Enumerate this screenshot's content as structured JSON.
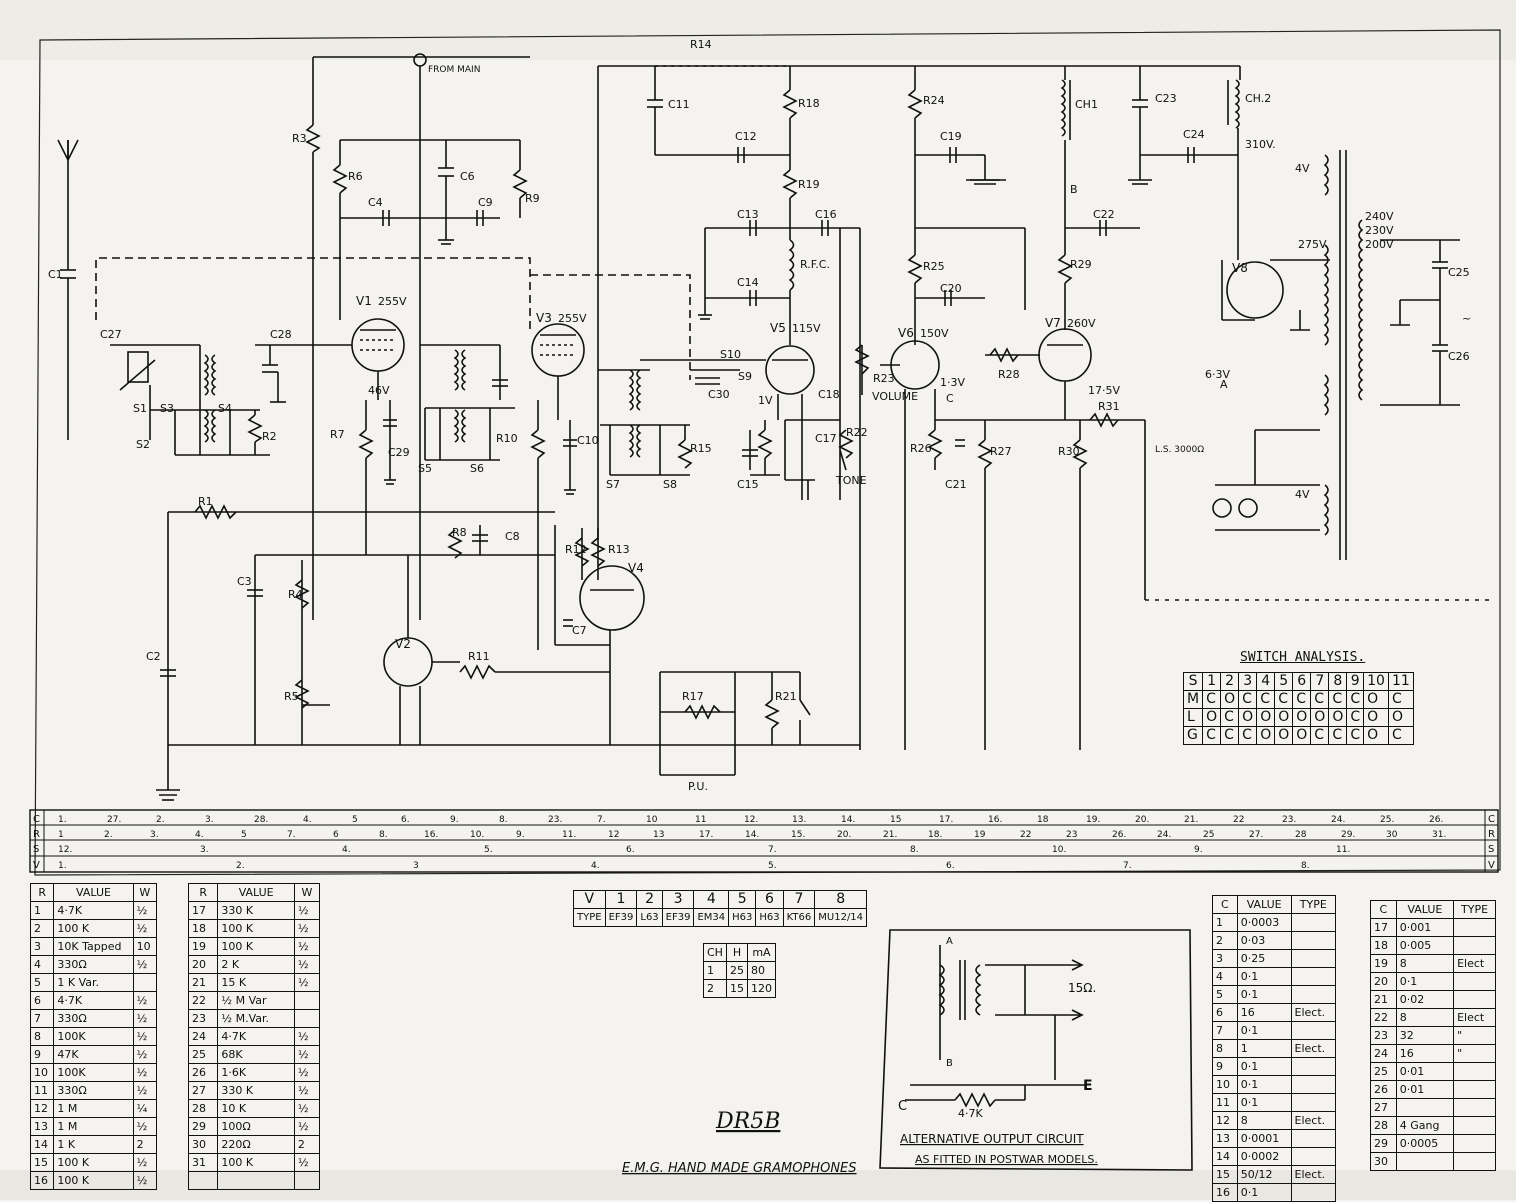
{
  "diagram": {
    "title": "DR5B",
    "subtitle": "E.M.G. HAND MADE GRAMOPHONES",
    "valves": [
      {
        "id": "V1",
        "voltage": "255V"
      },
      {
        "id": "V2",
        "voltage": ""
      },
      {
        "id": "V3",
        "voltage": "255V"
      },
      {
        "id": "V4",
        "voltage": ""
      },
      {
        "id": "V5",
        "voltage": "115V"
      },
      {
        "id": "V6",
        "voltage": "150V"
      },
      {
        "id": "V7",
        "voltage": "260V"
      },
      {
        "id": "V8",
        "voltage": ""
      }
    ],
    "component_labels": [
      "R1",
      "R2",
      "R3",
      "R4",
      "R5",
      "R6",
      "R7",
      "R8",
      "R9",
      "R10",
      "R11",
      "R12",
      "R13",
      "R14",
      "R15",
      "R17",
      "R18",
      "R19",
      "R21",
      "R22",
      "R23",
      "R24",
      "R25",
      "R26",
      "R27",
      "R28",
      "R29",
      "R30",
      "R31",
      "C1",
      "C2",
      "C3",
      "C4",
      "C6",
      "C7",
      "C8",
      "C9",
      "C10",
      "C11",
      "C12",
      "C13",
      "C14",
      "C15",
      "C16",
      "C17",
      "C18",
      "C19",
      "C20",
      "C21",
      "C22",
      "C23",
      "C24",
      "C25",
      "C26",
      "C27",
      "C28",
      "C29",
      "C30",
      "CH1",
      "CH.2",
      "R.F.C.",
      "S1",
      "S2",
      "S3",
      "S4",
      "S5",
      "S6",
      "S7",
      "S8",
      "S9",
      "S10",
      "P.U.",
      "L.S. 3000Ω",
      "VOLUME",
      "TONE",
      "B",
      "C",
      "A",
      "FROM MAIN",
      "4V",
      "310V.",
      "6·3V",
      "240V",
      "230V",
      "200V",
      "275V",
      "4V",
      "46V",
      "1V",
      "1·3V",
      "17·5V",
      "~"
    ],
    "switch_analysis": {
      "title": "SWITCH ANALYSIS.",
      "header": [
        "S",
        "1",
        "2",
        "3",
        "4",
        "5",
        "6",
        "7",
        "8",
        "9",
        "10",
        "11"
      ],
      "rows": [
        [
          "M",
          "C",
          "O",
          "C",
          "C",
          "C",
          "C",
          "C",
          "C",
          "C",
          "O",
          "C"
        ],
        [
          "L",
          "O",
          "C",
          "O",
          "O",
          "O",
          "O",
          "O",
          "O",
          "C",
          "O",
          "O"
        ],
        [
          "G",
          "C",
          "C",
          "C",
          "O",
          "O",
          "O",
          "C",
          "C",
          "C",
          "O",
          "C"
        ]
      ]
    },
    "cross_ref": {
      "row_labels": [
        "C",
        "R",
        "S",
        "V"
      ],
      "C": [
        "1.",
        "27.",
        "2.",
        "3.",
        "28.",
        "4.",
        "5",
        "6.",
        "9.",
        "8.",
        "23.",
        "7.",
        "10",
        "11",
        "12.",
        "13.",
        "14.",
        "15",
        "17.",
        "16.",
        "18",
        "19.",
        "20.",
        "21.",
        "22",
        "23.",
        "24.",
        "25.",
        "26."
      ],
      "R": [
        "1",
        "2.",
        "3.",
        "4.",
        "5",
        "7.",
        "6",
        "8.",
        "16.",
        "10.",
        "9.",
        "11.",
        "12",
        "13",
        "17.",
        "14.",
        "15.",
        "20.",
        "21.",
        "18.",
        "19",
        "22",
        "23",
        "26.",
        "24.",
        "25",
        "27.",
        "28",
        "29.",
        "30",
        "31."
      ],
      "S": [
        "12.",
        "3.",
        "4.",
        "5.",
        "6.",
        "7.",
        "8.",
        "10.",
        "9.",
        "11."
      ],
      "V": [
        "1.",
        "2.",
        "3",
        "4.",
        "5.",
        "6.",
        "7.",
        "8."
      ]
    },
    "resistor_table_1": {
      "header": [
        "R",
        "VALUE",
        "W"
      ],
      "rows": [
        [
          "1",
          "4·7K",
          "½"
        ],
        [
          "2",
          "100 K",
          "½"
        ],
        [
          "3",
          "10K Tapped",
          "10"
        ],
        [
          "4",
          "330Ω",
          "½"
        ],
        [
          "5",
          "1 K Var.",
          ""
        ],
        [
          "6",
          "4·7K",
          "½"
        ],
        [
          "7",
          "330Ω",
          "½"
        ],
        [
          "8",
          "100K",
          "½"
        ],
        [
          "9",
          "47K",
          "½"
        ],
        [
          "10",
          "100K",
          "½"
        ],
        [
          "11",
          "330Ω",
          "½"
        ],
        [
          "12",
          "1 M",
          "¼"
        ],
        [
          "13",
          "1 M",
          "½"
        ],
        [
          "14",
          "1 K",
          "2"
        ],
        [
          "15",
          "100 K",
          "½"
        ],
        [
          "16",
          "100 K",
          "½"
        ]
      ]
    },
    "resistor_table_2": {
      "header": [
        "R",
        "VALUE",
        "W"
      ],
      "rows": [
        [
          "17",
          "330 K",
          "½"
        ],
        [
          "18",
          "100 K",
          "½"
        ],
        [
          "19",
          "100 K",
          "½"
        ],
        [
          "20",
          "2 K",
          "½"
        ],
        [
          "21",
          "15 K",
          "½"
        ],
        [
          "22",
          "½ M Var",
          ""
        ],
        [
          "23",
          "½ M.Var.",
          ""
        ],
        [
          "24",
          "4·7K",
          "½"
        ],
        [
          "25",
          "68K",
          "½"
        ],
        [
          "26",
          "1·6K",
          "½"
        ],
        [
          "27",
          "330 K",
          "½"
        ],
        [
          "28",
          "10 K",
          "½"
        ],
        [
          "29",
          "100Ω",
          "½"
        ],
        [
          "30",
          "220Ω",
          "2"
        ],
        [
          "31",
          "100 K",
          "½"
        ],
        [
          "",
          "",
          " "
        ]
      ]
    },
    "valve_table": {
      "header": [
        "V",
        "1",
        "2",
        "3",
        "4",
        "5",
        "6",
        "7",
        "8"
      ],
      "type_row": [
        "TYPE",
        "EF39",
        "L63",
        "EF39",
        "EM34",
        "H63",
        "H63",
        "KT66",
        "MU12/14"
      ]
    },
    "choke_table": {
      "header": [
        "CH",
        "H",
        "mA"
      ],
      "rows": [
        [
          "1",
          "25",
          "80"
        ],
        [
          "2",
          "15",
          "120"
        ]
      ]
    },
    "capacitor_table_1": {
      "header": [
        "C",
        "VALUE",
        "TYPE"
      ],
      "rows": [
        [
          "1",
          "0·0003",
          ""
        ],
        [
          "2",
          "0·03",
          ""
        ],
        [
          "3",
          "0·25",
          ""
        ],
        [
          "4",
          "0·1",
          ""
        ],
        [
          "5",
          "0·1",
          ""
        ],
        [
          "6",
          "16",
          "Elect."
        ],
        [
          "7",
          "0·1",
          ""
        ],
        [
          "8",
          "1",
          "Elect."
        ],
        [
          "9",
          "0·1",
          ""
        ],
        [
          "10",
          "0·1",
          ""
        ],
        [
          "11",
          "0·1",
          ""
        ],
        [
          "12",
          "8",
          "Elect."
        ],
        [
          "13",
          "0·0001",
          ""
        ],
        [
          "14",
          "0·0002",
          ""
        ],
        [
          "15",
          "50/12",
          "Elect."
        ],
        [
          "16",
          "0·1",
          ""
        ]
      ]
    },
    "capacitor_table_2": {
      "header": [
        "C",
        "VALUE",
        "TYPE"
      ],
      "rows": [
        [
          "17",
          "0·001",
          ""
        ],
        [
          "18",
          "0·005",
          ""
        ],
        [
          "19",
          "8",
          "Elect"
        ],
        [
          "20",
          "0·1",
          ""
        ],
        [
          "21",
          "0·02",
          ""
        ],
        [
          "22",
          "8",
          "Elect"
        ],
        [
          "23",
          "32",
          "\""
        ],
        [
          "24",
          "16",
          "\""
        ],
        [
          "25",
          "0·01",
          ""
        ],
        [
          "26",
          "0·01",
          ""
        ],
        [
          "27",
          "",
          ""
        ],
        [
          "28",
          "4 Gang",
          ""
        ],
        [
          "29",
          "0·0005",
          ""
        ],
        [
          "30",
          "",
          ""
        ]
      ]
    },
    "alt_output": {
      "caption_line1": "ALTERNATIVE OUTPUT CIRCUIT",
      "caption_line2": "AS FITTED IN POSTWAR MODELS.",
      "load_label": "15Ω.",
      "resistor_label": "4·7K",
      "e_label": "E",
      "c_label": "C",
      "a_label": "A",
      "b_label": "B"
    }
  }
}
